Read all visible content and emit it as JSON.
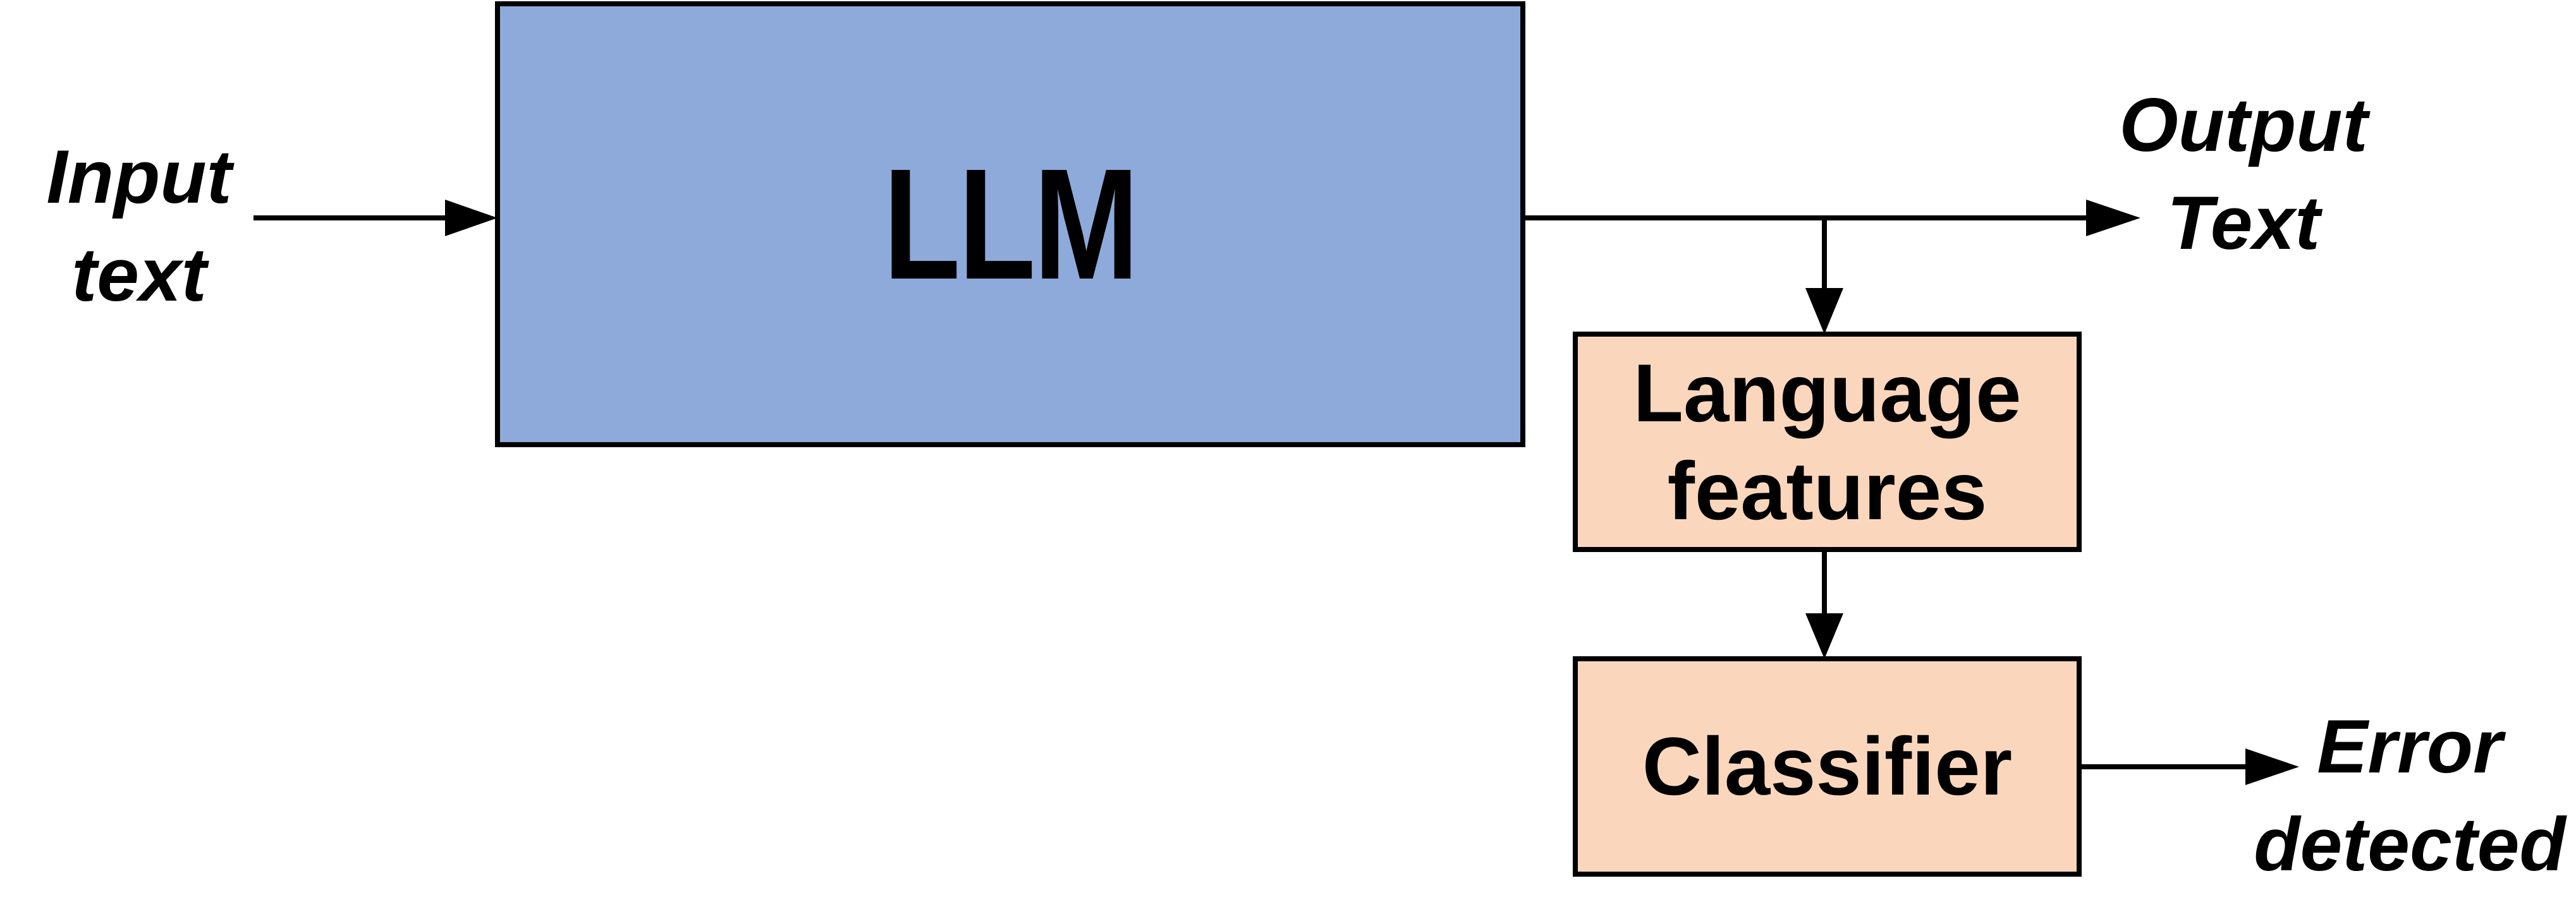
{
  "diagram": {
    "labels": {
      "input": {
        "line1": "Input",
        "line2": "text"
      },
      "output": {
        "line1": "Output",
        "line2": "Text"
      },
      "error": {
        "line1": "Error",
        "line2": "detected"
      }
    },
    "nodes": {
      "llm": {
        "label": "LLM"
      },
      "language_features": {
        "line1": "Language",
        "line2": "features"
      },
      "classifier": {
        "label": "Classifier"
      }
    },
    "colors": {
      "llm_fill": "#8EAADB",
      "feature_fill": "#FAD7BC",
      "stroke": "#000000"
    }
  }
}
